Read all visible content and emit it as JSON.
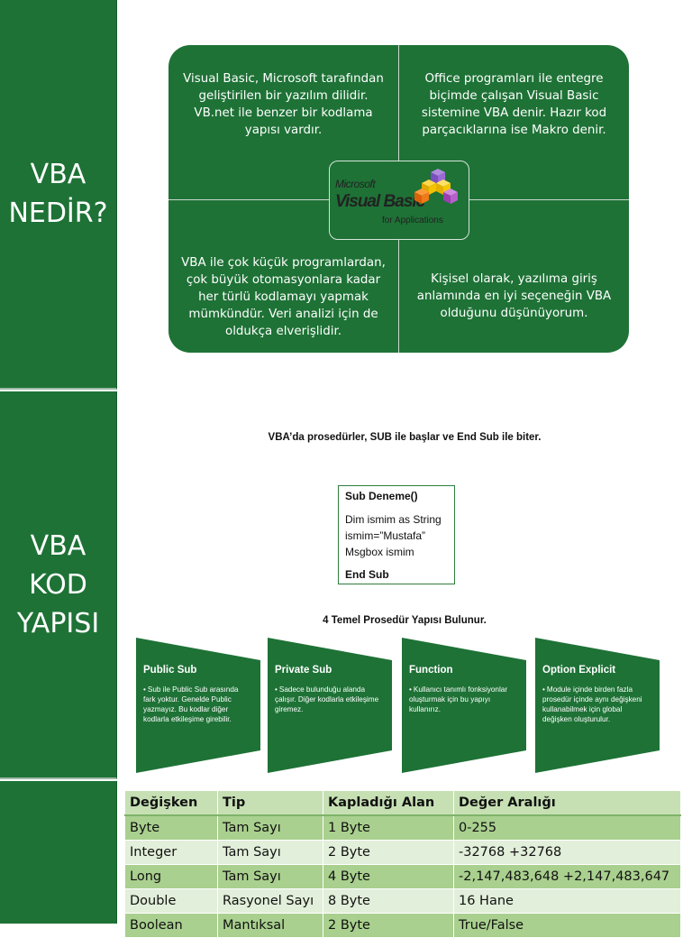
{
  "sidebar": {
    "section1": [
      "VBA",
      "NEDİR?"
    ],
    "section2": [
      "VBA",
      "KOD",
      "YAPISI"
    ]
  },
  "intro": {
    "q1": "Visual Basic, Microsoft tarafından geliştirilen bir yazılım dilidir. VB.net ile benzer bir kodlama yapısı vardır.",
    "q2": "Office programları ile entegre biçimde çalışan Visual Basic sistemine VBA denir. Hazır kod parçacıklarına ise Makro denir.",
    "q3": "VBA ile çok küçük programlardan, çok büyük otomasyonlara kadar her türlü kodlamayı yapmak mümkündür. Veri analizi için de oldukça elverişlidir.",
    "q4": "Kişisel olarak, yazılıma giriş anlamında en iyi seçeneğin VBA olduğunu düşünüyorum.",
    "logo": {
      "microsoft": "Microsoft",
      "visual_basic": "Visual Basic",
      "for_applications": "for Applications",
      "icon": "cubes-icon"
    }
  },
  "code_section": {
    "caption": "VBA’da prosedürler, SUB ile başlar ve End Sub ile biter.",
    "code_lines": [
      "Sub Deneme()",
      "Dim ismim as String",
      "ismim=”Mustafa”",
      "Msgbox ismim",
      "End Sub"
    ],
    "procedures_caption": "4 Temel Prosedür Yapısı Bulunur.",
    "procedures": [
      {
        "title": "Public Sub",
        "desc": "Sub ile Public Sub arasında fark yoktur. Genelde Public yazmayız. Bu kodlar diğer kodlarla etkileşime girebilir."
      },
      {
        "title": "Private Sub",
        "desc": "Sadece bulunduğu alanda çalışır. Diğer kodlarla etkileşime giremez."
      },
      {
        "title": "Function",
        "desc": "Kullanıcı tanımlı fonksiyonlar oluşturmak için bu yapıyı kullanırız."
      },
      {
        "title": "Option Explicit",
        "desc": "Module içinde birden fazla prosedür içinde aynı değişkeni kullanabilmek için global değişken oluşturulur."
      }
    ]
  },
  "types_table": {
    "headers": [
      "Değişken",
      "Tip",
      "Kapladığı Alan",
      "Değer Aralığı"
    ],
    "rows": [
      [
        "Byte",
        "Tam Sayı",
        "1 Byte",
        "0-255"
      ],
      [
        "Integer",
        "Tam Sayı",
        "2 Byte",
        "-32768 +32768"
      ],
      [
        "Long",
        "Tam Sayı",
        "4 Byte",
        "-2,147,483,648 +2,147,483,647"
      ],
      [
        "Double",
        "Rasyonel Sayı",
        "8 Byte",
        "16 Hane"
      ],
      [
        "Boolean",
        "Mantıksal",
        "2 Byte",
        "True/False"
      ]
    ]
  },
  "colors": {
    "brand_green": "#1e7236",
    "table_dark": "#a9d08e",
    "table_light": "#e2efda"
  }
}
